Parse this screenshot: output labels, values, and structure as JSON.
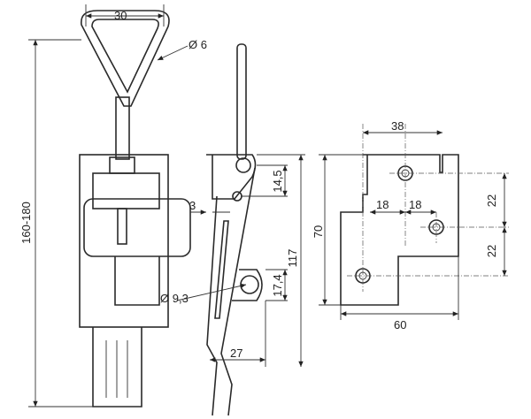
{
  "dimensions": {
    "handle_width": "30",
    "handle_wire_diameter": "Ø 6",
    "total_length": "160-180",
    "offset": "3",
    "pivot_spacing": "14,5",
    "overall_height": "117",
    "plate_height": "70",
    "eye_diameter": "Ø 9,3",
    "eye_height": "17,4",
    "lever_width": "27",
    "hole_spacing_top": "38",
    "hole_offset_left": "18",
    "hole_offset_right": "18",
    "hole_vertical_upper": "22",
    "hole_vertical_lower": "22",
    "plate_width": "60"
  }
}
